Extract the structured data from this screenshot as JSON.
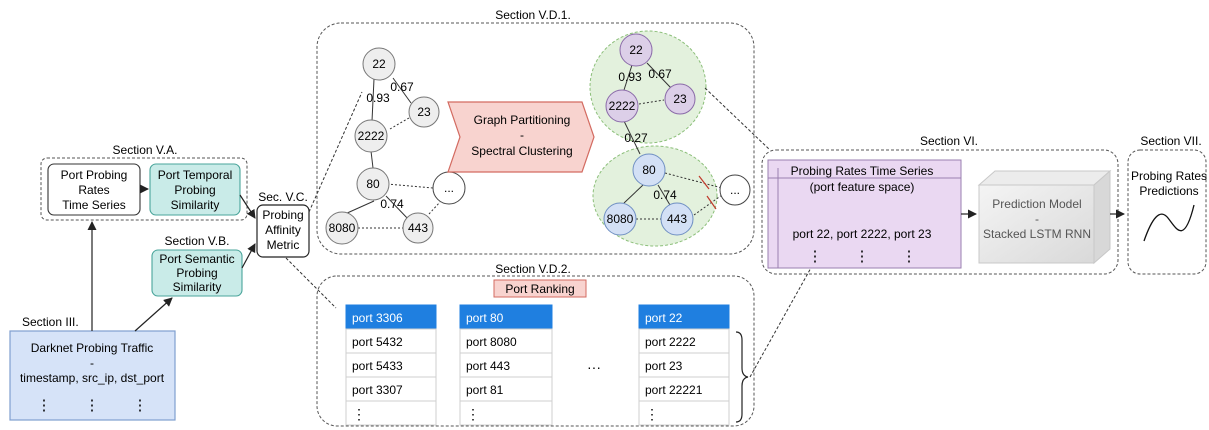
{
  "sections": {
    "sec3": "Section  III.",
    "va": "Section V.A.",
    "vb": "Section V.B.",
    "vc": "Sec. V.C.",
    "vd1": "Section  V.D.1.",
    "vd2": "Section  V.D.2.",
    "vi": "Section VI.",
    "vii": "Section VII."
  },
  "darknet": {
    "line1": "Darknet Probing Traffic",
    "line2": "-",
    "line3": "timestamp, src_ip, dst_port",
    "dots": "⋮"
  },
  "port_probing": {
    "line1": "Port Probing",
    "line2": "Rates",
    "line3": "Time Series"
  },
  "temporal": {
    "line1": "Port Temporal",
    "line2": "Probing",
    "line3": "Similarity"
  },
  "semantic": {
    "line1": "Port Semantic",
    "line2": "Probing",
    "line3": "Similarity"
  },
  "affinity": {
    "line1": "Probing",
    "line2": "Affinity",
    "line3": "Metric"
  },
  "graph_left": {
    "nodes": [
      "22",
      "23",
      "2222",
      "80",
      "...",
      "8080",
      "443"
    ],
    "weights": [
      "0.93",
      "0.67",
      "0.74"
    ]
  },
  "partition": {
    "line1": "Graph Partitioning",
    "line2": "-",
    "line3": "Spectral Clustering"
  },
  "graph_right": {
    "nodes": [
      "22",
      "2222",
      "23",
      "80",
      "8080",
      "443",
      "..."
    ],
    "weights": [
      "0.93",
      "0.67",
      "0.27",
      "0.74"
    ]
  },
  "ranking": {
    "title": "Port Ranking",
    "columns": [
      {
        "header": "port 3306",
        "items": [
          "port 5432",
          "port 5433",
          "port 3307"
        ]
      },
      {
        "header": "port 80",
        "items": [
          "port 8080",
          "port 443",
          "port 81"
        ]
      },
      {
        "header": "port 22",
        "items": [
          "port 2222",
          "port 23",
          "port 22221"
        ]
      }
    ],
    "ellipsis": "···",
    "vdots": "⋮"
  },
  "timeseries": {
    "line1": "Probing Rates Time Series",
    "line2": "(port feature space)",
    "ports": "port 22, port 2222, port 23"
  },
  "model": {
    "line1": "Prediction Model",
    "line2": "-",
    "line3": "Stacked LSTM RNN"
  },
  "predictions": {
    "line1": "Probing Rates",
    "line2": "Predictions"
  },
  "colors": {
    "teal": "#c9ebe8",
    "teal_stroke": "#4aa59b",
    "blue_box": "#d6e3f8",
    "blue_stroke": "#7f9fcf",
    "pink": "#f8d3cf",
    "pink_stroke": "#d36b61",
    "purple_node": "#dccfe8",
    "blue_node": "#d3e0f5",
    "green_cluster": "#e3f1dd",
    "ranking_header": "#1f7fe0",
    "lavender": "#ead8f2"
  }
}
